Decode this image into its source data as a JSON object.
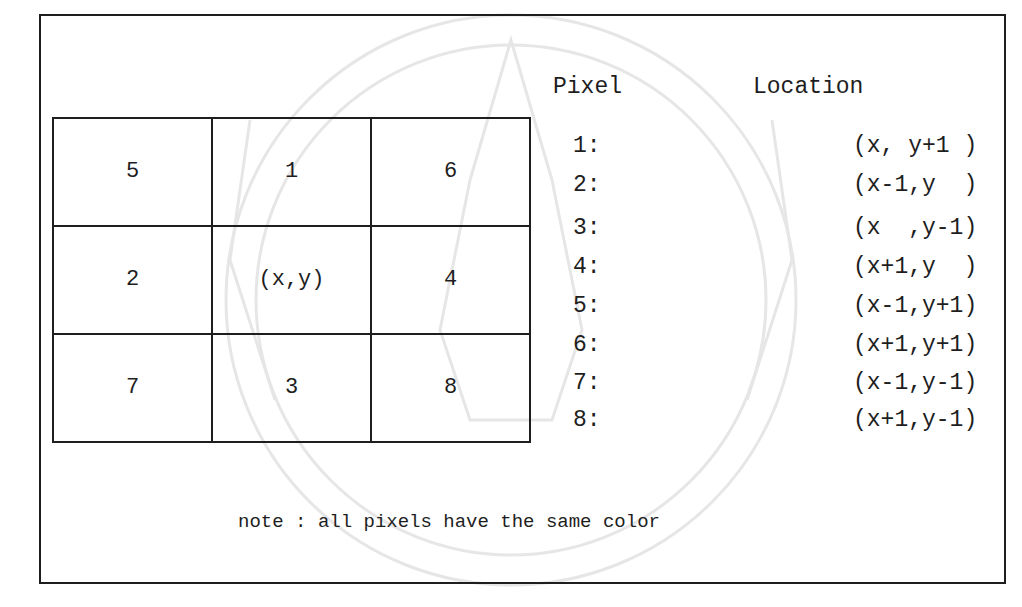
{
  "diagram": {
    "nodes": [
      {
        "text": [
          "5"
        ]
      },
      {
        "text": [
          "1"
        ]
      },
      {
        "text": [
          "6"
        ]
      },
      {
        "text": [
          "2"
        ]
      },
      {
        "text": [
          "(x,y)"
        ]
      },
      {
        "text": [
          "4"
        ]
      },
      {
        "text": [
          "7"
        ]
      },
      {
        "text": [
          "3"
        ]
      },
      {
        "text": [
          "8"
        ]
      }
    ],
    "labels": [
      "Pixel",
      "Location",
      "1:",
      "(x, y+1 )",
      "2:",
      "(x-1,y  )",
      "3:",
      "(x  ,y-1)",
      "4:",
      "(x+1,y  )",
      "5:",
      "(x-1,y+1)",
      "6:",
      "(x+1,y+1)",
      "7:",
      "(x-1,y-1)",
      "8:",
      "(x+1,y-1)",
      "note : all pixels have the same color"
    ]
  }
}
